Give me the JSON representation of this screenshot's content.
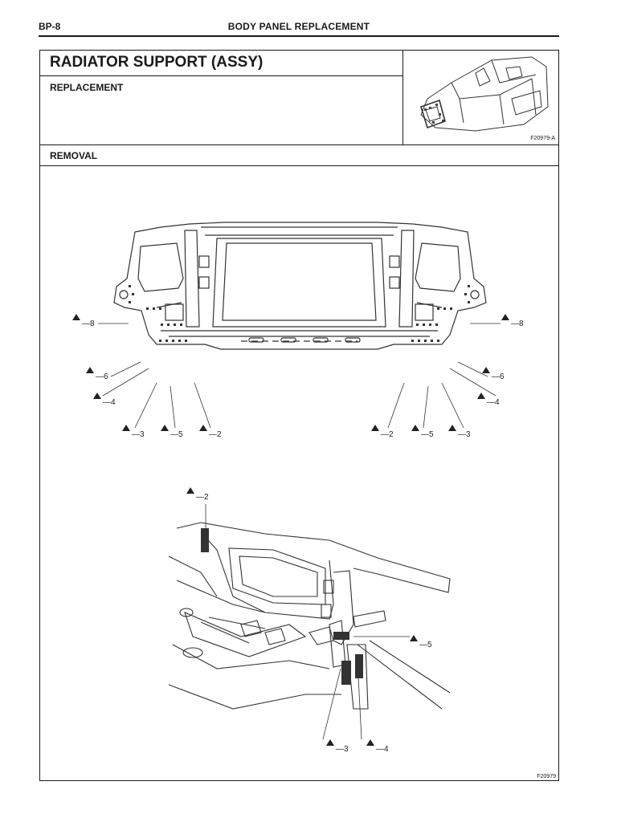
{
  "header": {
    "page_number": "BP-8",
    "section_title": "BODY PANEL REPLACEMENT"
  },
  "panel": {
    "title": "RADIATOR SUPPORT (ASSY)",
    "subtitle": "REPLACEMENT",
    "removal_heading": "REMOVAL",
    "thumbnail_code": "F20979-A",
    "figure_code": "F20979"
  },
  "figure_top": {
    "callouts_left": [
      "8",
      "6",
      "4",
      "3",
      "5",
      "2"
    ],
    "callouts_right": [
      "8",
      "6",
      "4",
      "2",
      "5",
      "3"
    ]
  },
  "figure_bottom": {
    "callouts": [
      "2",
      "5",
      "3",
      "4"
    ]
  }
}
